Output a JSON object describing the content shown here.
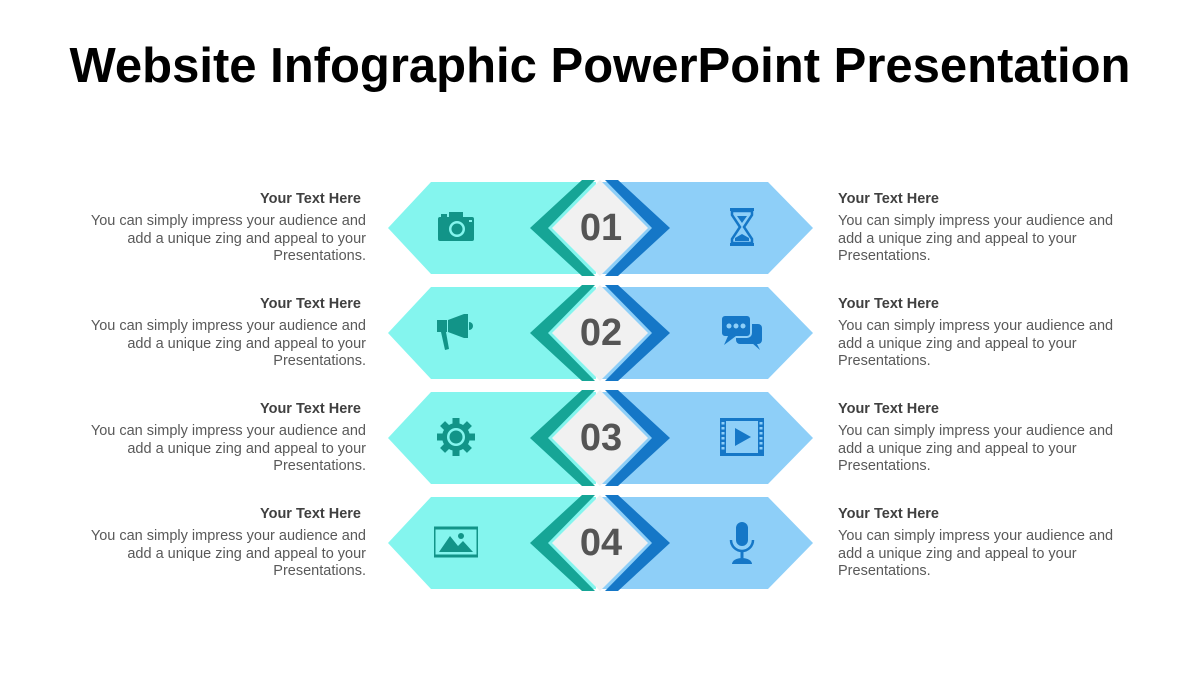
{
  "title": "Website Infographic PowerPoint Presentation",
  "colors": {
    "left_fill": "#84F5EE",
    "left_chevron": "#16A596",
    "left_icon": "#129488",
    "right_fill": "#8ECFF8",
    "right_chevron": "#1577C7",
    "right_icon": "#1577C7",
    "center_diamond": "#F1F1F1",
    "number_text": "#555555"
  },
  "rows": [
    {
      "number": "01",
      "left": {
        "icon": "camera-icon",
        "heading": "Your Text Here",
        "body": "You can simply impress your audience and add a unique zing and appeal to your Presentations."
      },
      "right": {
        "icon": "hourglass-icon",
        "heading": "Your Text Here",
        "body": "You can simply impress your audience and add a unique zing and appeal to your Presentations."
      }
    },
    {
      "number": "02",
      "left": {
        "icon": "megaphone-icon",
        "heading": "Your Text Here",
        "body": "You can simply impress your audience and add a unique zing and appeal to your Presentations."
      },
      "right": {
        "icon": "chat-bubbles-icon",
        "heading": "Your Text Here",
        "body": "You can simply impress your audience and add a unique zing and appeal to your Presentations."
      }
    },
    {
      "number": "03",
      "left": {
        "icon": "gear-icon",
        "heading": "Your Text Here",
        "body": "You can simply impress your audience and add a unique zing and appeal to your Presentations."
      },
      "right": {
        "icon": "video-film-icon",
        "heading": "Your Text Here",
        "body": "You can simply impress your audience and add a unique zing and appeal to your Presentations."
      }
    },
    {
      "number": "04",
      "left": {
        "icon": "image-icon",
        "heading": "Your Text Here",
        "body": "You can simply impress your audience and add a unique zing and appeal to your Presentations."
      },
      "right": {
        "icon": "microphone-icon",
        "heading": "Your Text Here",
        "body": "You can simply impress your audience and add a unique zing and appeal to your Presentations."
      }
    }
  ]
}
